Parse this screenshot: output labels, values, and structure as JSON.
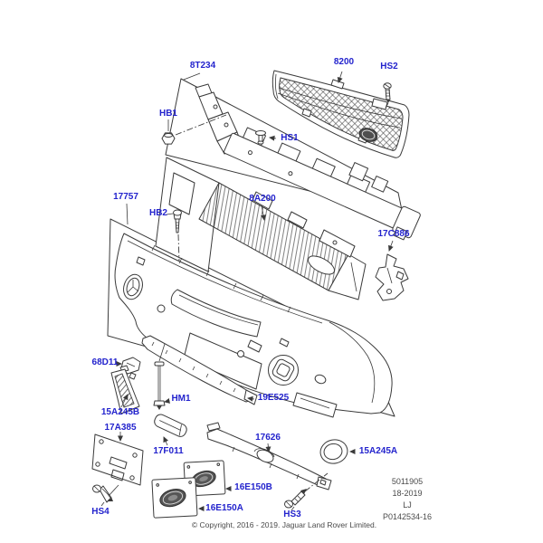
{
  "page": {
    "background": "#ffffff",
    "label_color": "#2323cd",
    "line_color": "#3a3a3a"
  },
  "labels": [
    {
      "part": "8T234",
      "text": "8T234"
    },
    {
      "part": "8200",
      "text": "8200"
    },
    {
      "part": "HS2",
      "text": "HS2"
    },
    {
      "part": "HB1",
      "text": "HB1"
    },
    {
      "part": "HS1",
      "text": "HS1"
    },
    {
      "part": "17757",
      "text": "17757"
    },
    {
      "part": "HB2",
      "text": "HB2"
    },
    {
      "part": "8A200",
      "text": "8A200"
    },
    {
      "part": "17C886",
      "text": "17C886"
    },
    {
      "part": "68D11",
      "text": "68D11"
    },
    {
      "part": "15A245B",
      "text": "15A245B"
    },
    {
      "part": "HM1",
      "text": "HM1"
    },
    {
      "part": "19E525",
      "text": "19E525"
    },
    {
      "part": "17A385",
      "text": "17A385"
    },
    {
      "part": "17F011",
      "text": "17F011"
    },
    {
      "part": "17626",
      "text": "17626"
    },
    {
      "part": "15A245A",
      "text": "15A245A"
    },
    {
      "part": "16E150B",
      "text": "16E150B"
    },
    {
      "part": "16E150A",
      "text": "16E150A"
    },
    {
      "part": "HS4",
      "text": "HS4"
    },
    {
      "part": "HS3",
      "text": "HS3"
    }
  ],
  "footer": {
    "copyright": "© Copyright, 2016 - 2019. Jaguar Land Rover Limited.",
    "ref_block": [
      "5011905",
      "18-2019",
      "LJ",
      "P0142534-16"
    ]
  }
}
